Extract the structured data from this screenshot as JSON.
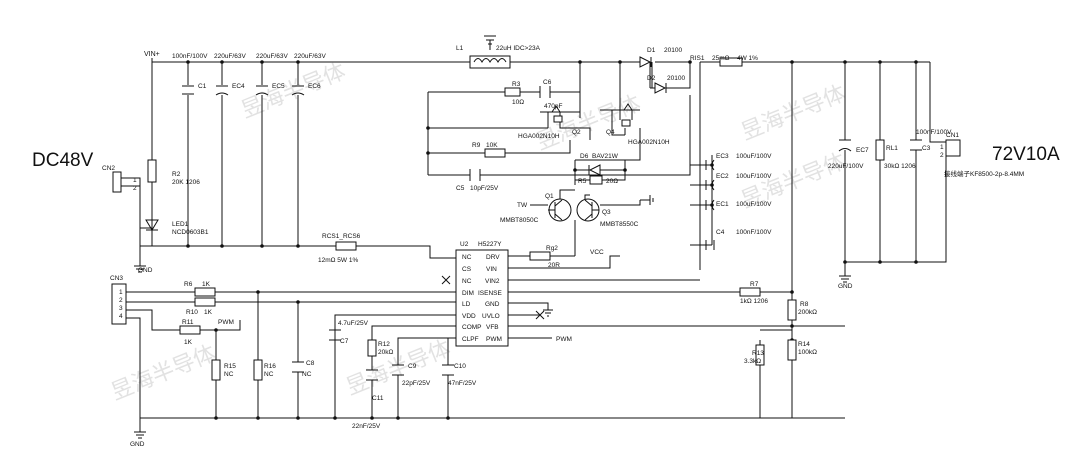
{
  "input": {
    "voltage": "DC48V",
    "net": "VIN+",
    "connector": "CN2",
    "pins": [
      "1",
      "2"
    ]
  },
  "output": {
    "voltage": "72V10A",
    "connector": "CN1",
    "pins": [
      "1",
      "2"
    ],
    "connector_part": "接线端子KF8500-2p-8.4MM"
  },
  "control_connector": {
    "ref": "CN3",
    "pins": [
      "1",
      "2",
      "3",
      "4"
    ]
  },
  "ground_label": "GND",
  "vcc_label": "VCC",
  "tw_label": "TW",
  "pwm_label": "PWM",
  "watermark": "昱海半导体",
  "input_caps": [
    {
      "ref": "C1",
      "value": "100nF/100V"
    },
    {
      "ref": "EC4",
      "value": "220uF/63V"
    },
    {
      "ref": "EC5",
      "value": "220uF/63V"
    },
    {
      "ref": "EC6",
      "value": "220uF/63V"
    }
  ],
  "r2": {
    "ref": "R2",
    "value": "20K 1206"
  },
  "led1": {
    "ref": "LED1",
    "part": "NCD0603B1"
  },
  "inductor": {
    "ref": "L1",
    "value": "22uH IDC>23A"
  },
  "diodes": {
    "d1_ref": "D1",
    "d1_part": "20100",
    "d2_ref": "D2",
    "d2_part": "20100"
  },
  "rs1": {
    "ref": "RIS1",
    "value": "25mΩ",
    "power": "4W 1%"
  },
  "snubber": {
    "r3_ref": "R3",
    "r3_value": "10Ω",
    "c6_ref": "C6",
    "c6_value": "470pF"
  },
  "mosfets": {
    "q2_ref": "Q2",
    "q2_part": "HGA002N10H",
    "q4_ref": "Q4",
    "q4_part": "HGA002N10H"
  },
  "r9": {
    "ref": "R9",
    "value": "10K"
  },
  "c5": {
    "ref": "C5",
    "value": "10pF/25V"
  },
  "d6": {
    "ref": "D6",
    "part": "BAV21W"
  },
  "r5": {
    "ref": "R5",
    "value": "20Ω"
  },
  "q1": {
    "ref": "Q1",
    "part": "MMBT8050C"
  },
  "q3": {
    "ref": "Q3",
    "part": "MMBT8550C"
  },
  "mid_caps": [
    {
      "ref": "EC3",
      "value": "100uF/100V"
    },
    {
      "ref": "EC2",
      "value": "100uF/100V"
    },
    {
      "ref": "EC1",
      "value": "100uF/100V"
    },
    {
      "ref": "C4",
      "value": "100nF/100V"
    }
  ],
  "rcs": {
    "ref": "RCS1_RCS6",
    "value": "12mΩ 5W 1%"
  },
  "ic": {
    "ref": "U2",
    "part": "H5227Y",
    "left_pins": [
      "NC",
      "CS",
      "NC",
      "DIM",
      "LD",
      "VDD",
      "COMP",
      "CLPF"
    ],
    "right_pins": [
      "DRV",
      "VIN",
      "VIN2",
      "ISENSE",
      "GND",
      "UVLO",
      "VFB",
      "PWM"
    ]
  },
  "rg2": {
    "ref": "Rg2",
    "value": "20R"
  },
  "r7": {
    "ref": "R7",
    "value": "1kΩ 1206"
  },
  "r8": {
    "ref": "R8",
    "value": "200kΩ"
  },
  "r13": {
    "ref": "R13",
    "value": "3.3kΩ"
  },
  "r14": {
    "ref": "R14",
    "value": "100kΩ"
  },
  "ctrl_res": [
    {
      "ref": "R6",
      "value": "1K"
    },
    {
      "ref": "R10",
      "value": "1K"
    },
    {
      "ref": "R11",
      "value": "1K"
    }
  ],
  "nc_parts": [
    {
      "ref": "R15",
      "value": "NC"
    },
    {
      "ref": "R16",
      "value": "NC"
    },
    {
      "ref": "C8",
      "value": "NC"
    }
  ],
  "c7": {
    "ref": "C7",
    "value": "4.7uF/25V"
  },
  "r12": {
    "ref": "R12",
    "value": "20kΩ"
  },
  "c9": {
    "ref": "C9",
    "value": "22pF/25V"
  },
  "c10": {
    "ref": "C10",
    "value": "47nF/25V"
  },
  "c11": {
    "ref": "C11",
    "value": "22nF/25V"
  },
  "out_parts": {
    "ec7_ref": "EC7",
    "ec7_value": "220uF/100V",
    "rl1_ref": "RL1",
    "rl1_value": "30kΩ 1206",
    "c3_ref": "C3",
    "c3_value": "100nF/100V"
  }
}
